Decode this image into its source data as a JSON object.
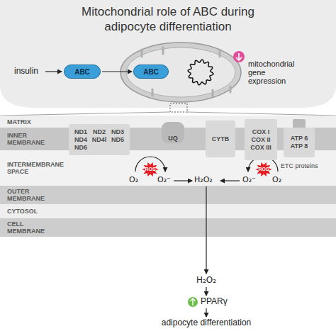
{
  "diagram": {
    "title": "Mitochondrial role of ABC during adipocyte differentiation",
    "nodes": [
      {
        "text": [
          "ABC"
        ]
      },
      {
        "text": [
          "ABC"
        ]
      },
      {
        "text": [
          "MATRIX"
        ]
      },
      {
        "text": [
          "INNER MEMBRANE"
        ]
      },
      {
        "text": [
          "ND1",
          "ND2",
          "ND3",
          "ND4",
          "ND4l",
          "ND5",
          "ND6"
        ],
        "in": 3
      },
      {
        "text": [
          "UQ"
        ],
        "in": 3
      },
      {
        "text": [
          "CYTB"
        ],
        "in": 3
      },
      {
        "text": [
          "COX I",
          "COX II",
          "COX III"
        ],
        "in": 3
      },
      {
        "text": [
          "ATP 6",
          "ATP 8"
        ],
        "in": 3
      },
      {
        "text": [
          "INTERMEMBRANE SPACE"
        ]
      },
      {
        "text": [
          "ROS"
        ],
        "in": 9
      },
      {
        "text": [
          "ROS"
        ],
        "in": 9
      },
      {
        "text": [
          "OUTER MEMBRANE"
        ]
      },
      {
        "text": [
          "CYTOSOL"
        ]
      },
      {
        "text": [
          "CELL MEMBRANE"
        ]
      }
    ],
    "edges": [
      {
        "from": 0,
        "to": 1,
        "arrow": "to"
      }
    ],
    "labels": [
      "insulin",
      "mitochondrial gene expression",
      "ETC proteins",
      "O₂",
      "O₂⁻",
      "H₂O₂",
      "O₂⁻",
      "O₂",
      "H₂O₂",
      "PPARγ",
      "adipocyte differentiation"
    ]
  }
}
